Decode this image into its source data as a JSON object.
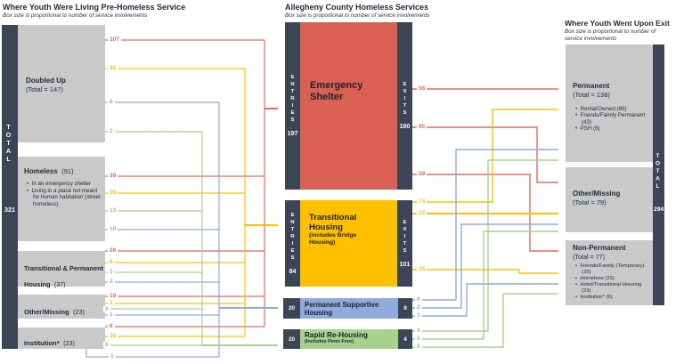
{
  "colors": {
    "navy": "#3c4556",
    "gray": "#c9c9ca",
    "es_red": "#db6054",
    "flow_red": "#e8685e",
    "orange": "#ffc000",
    "blue": "#8faadc",
    "green": "#a9d18e",
    "text": "#222b38"
  },
  "left_panel": {
    "title": "Where Youth Were Living Pre-Homeless  Service",
    "subtitle": "Box size is proportional to number of service involvements",
    "total_label": "TOTAL",
    "total_value": "321",
    "boxes": [
      {
        "name": "Doubled Up",
        "detail": "(Total = 147)",
        "bullets": []
      },
      {
        "name": "Homeless",
        "detail": "(91)",
        "bullets": [
          "In an emergency shelter",
          "Living in a place not meant for human habitation (street homeless)"
        ]
      },
      {
        "name": "Transitional & Permanent Housing",
        "detail": "(37)",
        "bullets": []
      },
      {
        "name": "Other/Missing",
        "detail": "(23)",
        "bullets": []
      },
      {
        "name": "Institution*",
        "detail": "(23)",
        "bullets": []
      }
    ]
  },
  "center_panel": {
    "title": "Allegheny County Homeless  Services",
    "subtitle": "Box size is proportional to number of service involvements",
    "entries_label": "ENTRIES",
    "exits_label": "EXITS",
    "programs": [
      {
        "name": "Emergency Shelter",
        "sub": "",
        "entries": "197",
        "exits": "180"
      },
      {
        "name": "Transitional Housing",
        "sub": "(includes Bridge Housing)",
        "entries": "84",
        "exits": "101"
      },
      {
        "name": "Permanent Supportive Housing",
        "sub": "",
        "entries": "20",
        "exits": "9"
      },
      {
        "name": "Rapid Re-Housing",
        "sub": "(Includes Penn Free)",
        "entries": "20",
        "exits": "4"
      }
    ]
  },
  "right_panel": {
    "title": "Where Youth Went Upon Exit",
    "subtitle": "Box size is proportional to number of service involvements",
    "total_label": "TOTAL",
    "total_value": "294",
    "boxes": [
      {
        "name": "Permanent",
        "detail": "(Total = 138)",
        "bullets": [
          "Rental/Owned (89)",
          "Friends/Family Permanent (43)",
          "PSH (6)"
        ]
      },
      {
        "name": "Other/Missing",
        "detail": "(Total = 79)",
        "bullets": []
      },
      {
        "name": "Non-Permanent",
        "detail": "(Total = 77)",
        "bullets": [
          "Friends/Family (Temporary) (25)",
          "Homeless (23)",
          "Hotel/Transitional Housing (23)",
          "Institution* (6)"
        ]
      }
    ]
  },
  "flows": {
    "into_programs": [
      {
        "from": "Doubled Up",
        "to": "Emergency Shelter",
        "value": "107",
        "color": "red"
      },
      {
        "from": "Doubled Up",
        "to": "Transitional Housing",
        "value": "32",
        "color": "orange"
      },
      {
        "from": "Doubled Up",
        "to": "Permanent Supportive Housing",
        "value": "6",
        "color": "blue"
      },
      {
        "from": "Doubled Up",
        "to": "Rapid Re-Housing",
        "value": "2",
        "color": "green"
      },
      {
        "from": "Homeless",
        "to": "Emergency Shelter",
        "value": "39",
        "color": "red"
      },
      {
        "from": "Homeless",
        "to": "Transitional Housing",
        "value": "25",
        "color": "orange"
      },
      {
        "from": "Homeless",
        "to": "Rapid Re-Housing",
        "value": "13",
        "color": "green"
      },
      {
        "from": "Homeless",
        "to": "Permanent Supportive Housing",
        "value": "10",
        "color": "blue"
      },
      {
        "from": "Transitional & Permanent Housing",
        "to": "Emergency Shelter",
        "value": "26",
        "color": "red"
      },
      {
        "from": "Transitional & Permanent Housing",
        "to": "Transitional Housing",
        "value": "8",
        "color": "orange"
      },
      {
        "from": "Transitional & Permanent Housing",
        "to": "Rapid Re-Housing",
        "value": "5",
        "color": "green"
      },
      {
        "from": "Transitional & Permanent Housing",
        "to": "Permanent Supportive Housing",
        "value": "2",
        "color": "blue"
      },
      {
        "from": "Other/Missing",
        "to": "Emergency Shelter",
        "value": "19",
        "color": "red"
      },
      {
        "from": "Other/Missing",
        "to": "Transitional Housing",
        "value": "3",
        "color": "orange"
      },
      {
        "from": "Other/Missing",
        "to": "Rapid Re-Housing",
        "value": "0",
        "color": "green"
      },
      {
        "from": "Other/Missing",
        "to": "Permanent Supportive Housing",
        "value": "1",
        "color": "blue"
      },
      {
        "from": "Institution*",
        "to": "Emergency Shelter",
        "value": "6",
        "color": "red"
      },
      {
        "from": "Institution*",
        "to": "Transitional Housing",
        "value": "16",
        "color": "orange"
      },
      {
        "from": "Institution*",
        "to": "Rapid Re-Housing",
        "value": "0",
        "color": "green"
      },
      {
        "from": "Institution*",
        "to": "Permanent Supportive Housing",
        "value": "1",
        "color": "blue"
      }
    ],
    "out_of_programs": [
      {
        "from": "Emergency Shelter",
        "to": "Permanent",
        "value": "56",
        "color": "red"
      },
      {
        "from": "Emergency Shelter",
        "to": "Other/Missing",
        "value": "65",
        "color": "red"
      },
      {
        "from": "Emergency Shelter",
        "to": "Non-Permanent",
        "value": "59",
        "color": "red"
      },
      {
        "from": "Transitional Housing",
        "to": "Permanent",
        "value": "74",
        "color": "orange"
      },
      {
        "from": "Transitional Housing",
        "to": "Other/Missing",
        "value": "12",
        "color": "orange"
      },
      {
        "from": "Transitional Housing",
        "to": "Non-Permanent",
        "value": "15",
        "color": "orange"
      },
      {
        "from": "Permanent Supportive Housing",
        "to": "Permanent",
        "value": "4",
        "color": "blue"
      },
      {
        "from": "Permanent Supportive Housing",
        "to": "Other/Missing",
        "value": "2",
        "color": "blue"
      },
      {
        "from": "Permanent Supportive Housing",
        "to": "Non-Permanent",
        "value": "3",
        "color": "blue"
      },
      {
        "from": "Rapid Re-Housing",
        "to": "Permanent",
        "value": "4",
        "color": "green"
      },
      {
        "from": "Rapid Re-Housing",
        "to": "Other/Missing",
        "value": "0",
        "color": "green"
      },
      {
        "from": "Rapid Re-Housing",
        "to": "Non-Permanent",
        "value": "0",
        "color": "green"
      }
    ]
  }
}
